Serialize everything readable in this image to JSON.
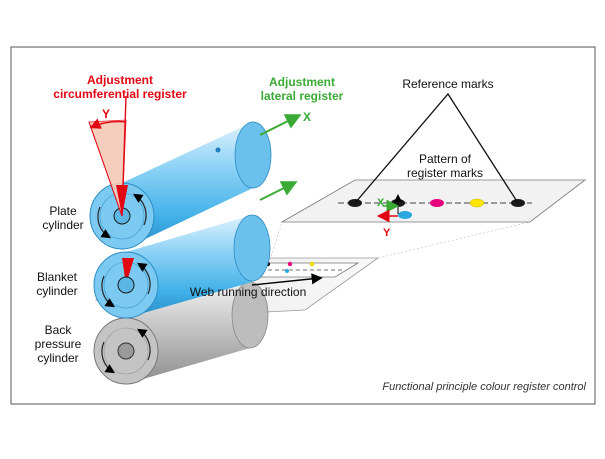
{
  "labels": {
    "adjustment_circ_line1": "Adjustment",
    "adjustment_circ_line2": "circumferential register",
    "circ_axis": "Y",
    "adjustment_lat_line1": "Adjustment",
    "adjustment_lat_line2": "lateral register",
    "lat_axis": "X",
    "reference_marks": "Reference marks",
    "pattern_line1": "Pattern of",
    "pattern_line2": "register marks",
    "plate_line1": "Plate",
    "plate_line2": "cylinder",
    "blanket_line1": "Blanket",
    "blanket_line2": "cylinder",
    "back_line1": "Back",
    "back_line2": "pressure",
    "back_line3": "cylinder",
    "web_direction": "Web running direction",
    "detail_x": "X",
    "detail_y": "Y",
    "caption": "Functional principle colour register control"
  },
  "colors": {
    "red": "#e30613",
    "green": "#3aaa35",
    "cyan": "#29a8e0",
    "magenta": "#e6007e",
    "yellow": "#ffe600",
    "black": "#1a1a1a",
    "cylinder_blue": "#7cc8f0",
    "cylinder_grey": "#b8b8b8"
  }
}
